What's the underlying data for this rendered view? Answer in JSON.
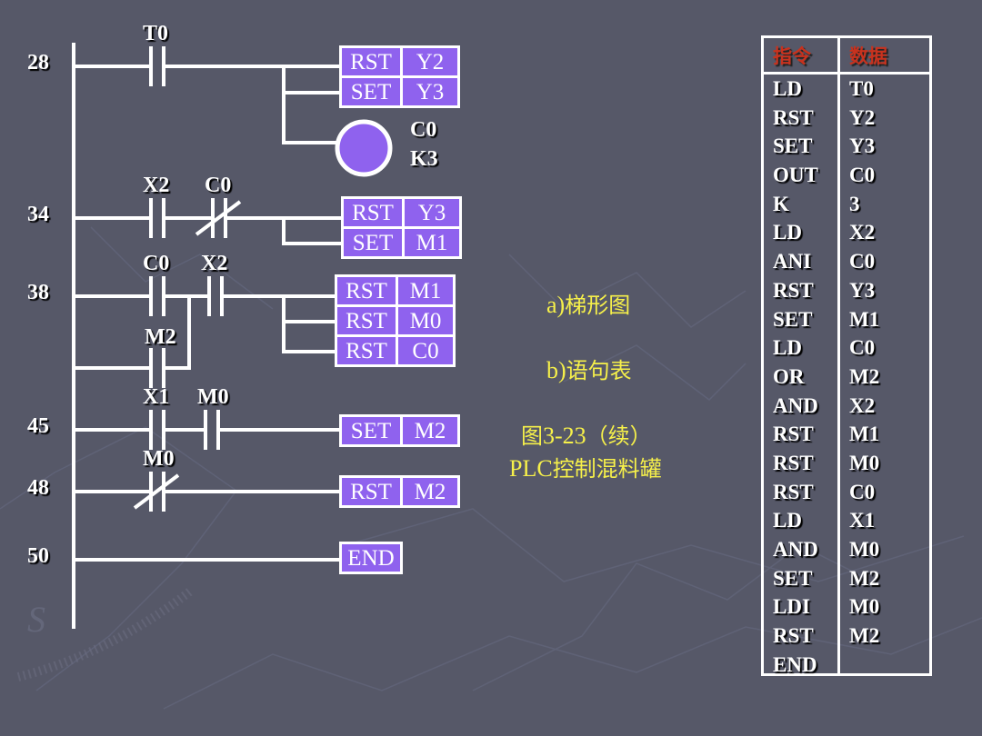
{
  "slide": {
    "background_color": "#565868",
    "accent_purple": "#8f62ee",
    "caption_color": "#f6f04a",
    "header_color": "#c8321e"
  },
  "ladder": {
    "rungs": [
      {
        "step": "28",
        "contacts": [
          {
            "name": "T0",
            "type": "NO"
          }
        ],
        "outputs": [
          {
            "op": "RST",
            "arg": "Y2"
          },
          {
            "op": "SET",
            "arg": "Y3"
          }
        ],
        "coil": {
          "name": "C0",
          "preset": "K3"
        }
      },
      {
        "step": "34",
        "contacts": [
          {
            "name": "X2",
            "type": "NO"
          },
          {
            "name": "C0",
            "type": "NC"
          }
        ],
        "outputs": [
          {
            "op": "RST",
            "arg": "Y3"
          },
          {
            "op": "SET",
            "arg": "M1"
          }
        ]
      },
      {
        "step": "38",
        "contacts": [
          {
            "name": "C0",
            "type": "NO"
          },
          {
            "name": "X2",
            "type": "NO"
          }
        ],
        "parallel": [
          {
            "name": "M2",
            "type": "NO"
          }
        ],
        "outputs": [
          {
            "op": "RST",
            "arg": "M1"
          },
          {
            "op": "RST",
            "arg": "M0"
          },
          {
            "op": "RST",
            "arg": "C0"
          }
        ]
      },
      {
        "step": "45",
        "contacts": [
          {
            "name": "X1",
            "type": "NO"
          },
          {
            "name": "M0",
            "type": "NO"
          }
        ],
        "outputs": [
          {
            "op": "SET",
            "arg": "M2"
          }
        ]
      },
      {
        "step": "48",
        "contacts": [
          {
            "name": "M0",
            "type": "NC"
          }
        ],
        "outputs": [
          {
            "op": "RST",
            "arg": "M2"
          }
        ]
      },
      {
        "step": "50",
        "contacts": [],
        "outputs": [
          {
            "op": "END",
            "arg": ""
          }
        ]
      }
    ]
  },
  "captions": {
    "a_prefix": "a)",
    "a_text": "梯形图",
    "b_prefix": "b)",
    "b_text": "语句表",
    "fig_prefix": "图",
    "fig_number": "3-23",
    "fig_suffix": "（续）",
    "title_prefix": "PLC",
    "title_text": "控制混料罐"
  },
  "stl_table": {
    "headers": [
      "指令",
      "数据"
    ],
    "rows": [
      [
        "LD",
        "T0"
      ],
      [
        "RST",
        "Y2"
      ],
      [
        "SET",
        "Y3"
      ],
      [
        "OUT",
        "C0"
      ],
      [
        "K",
        "3"
      ],
      [
        "LD",
        "X2"
      ],
      [
        "ANI",
        "C0"
      ],
      [
        "RST",
        "Y3"
      ],
      [
        "SET",
        "M1"
      ],
      [
        "LD",
        "C0"
      ],
      [
        "OR",
        "M2"
      ],
      [
        "AND",
        "X2"
      ],
      [
        "RST",
        "M1"
      ],
      [
        "RST",
        "M0"
      ],
      [
        "RST",
        "C0"
      ],
      [
        "LD",
        "X1"
      ],
      [
        "AND",
        "M0"
      ],
      [
        "SET",
        "M2"
      ],
      [
        "LDI",
        "M0"
      ],
      [
        "RST",
        "M2"
      ],
      [
        "END",
        ""
      ]
    ]
  }
}
